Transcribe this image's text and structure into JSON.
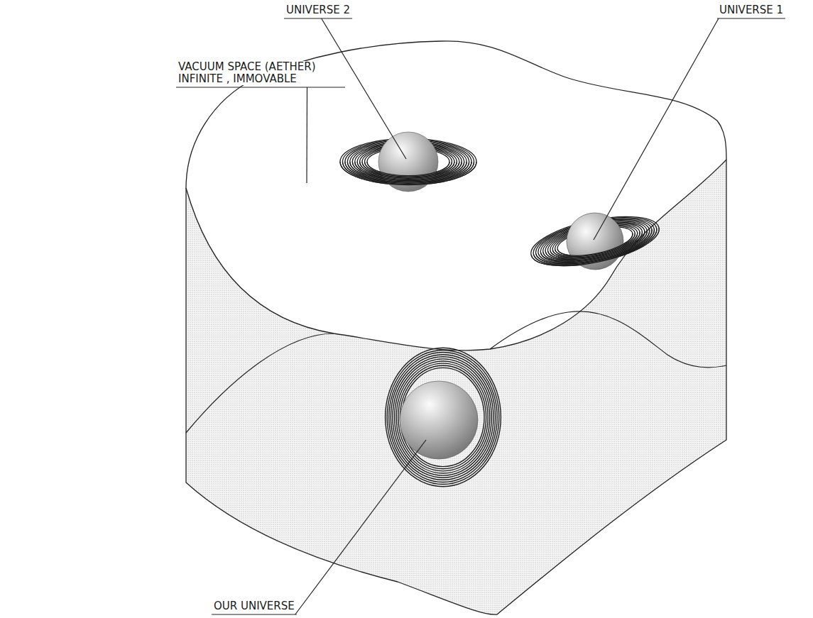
{
  "diagram": {
    "labels": [
      "UNIVERSE 2",
      "UNIVERSE 1",
      "VACUUM SPACE (AETHER) INFINITE , IMMOVABLE",
      "OUR UNIVERSE"
    ]
  }
}
